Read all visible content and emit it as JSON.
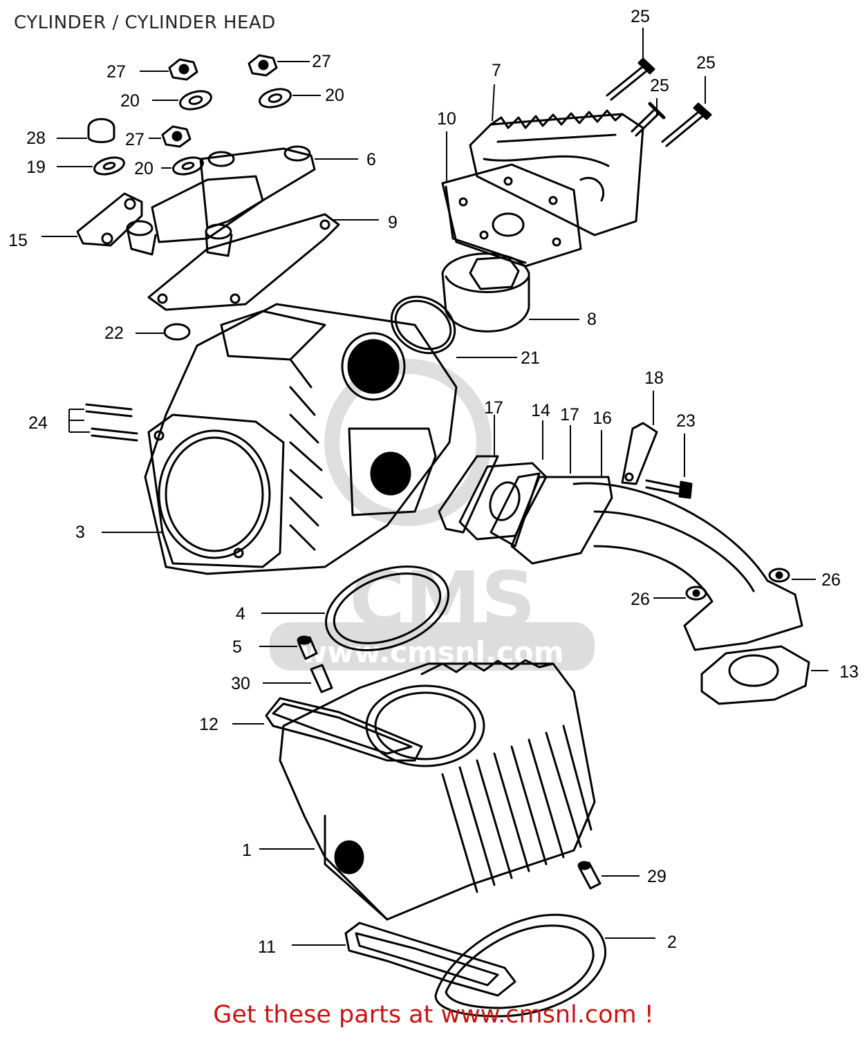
{
  "title": "CYLINDER / CYLINDER HEAD",
  "footer": "Get these parts at www.cmsnl.com !",
  "watermark": {
    "text": "www.cmsnl.com",
    "logo": "CMS"
  },
  "callouts": [
    "25",
    "25",
    "25",
    "7",
    "10",
    "27",
    "27",
    "20",
    "20",
    "28",
    "27",
    "19",
    "20",
    "6",
    "9",
    "15",
    "22",
    "8",
    "21",
    "18",
    "24",
    "17",
    "14",
    "17",
    "16",
    "23",
    "3",
    "26",
    "26",
    "4",
    "5",
    "13",
    "30",
    "12",
    "1",
    "29",
    "11",
    "2"
  ]
}
